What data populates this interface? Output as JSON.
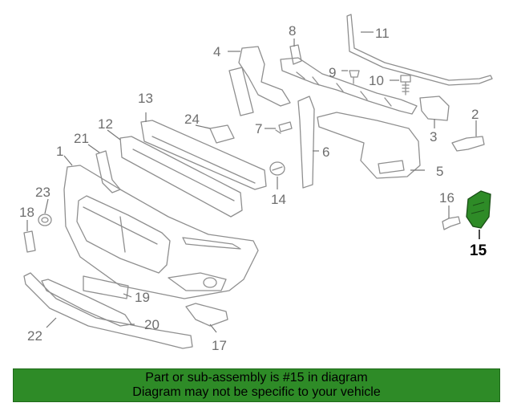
{
  "diagram": {
    "callouts": {
      "c1": "1",
      "c2": "2",
      "c3": "3",
      "c4": "4",
      "c5": "5",
      "c6": "6",
      "c7": "7",
      "c8": "8",
      "c9": "9",
      "c10": "10",
      "c11": "11",
      "c12": "12",
      "c13": "13",
      "c14": "14",
      "c15": "15",
      "c16": "16",
      "c17": "17",
      "c18": "18",
      "c19": "19",
      "c20": "20",
      "c21": "21",
      "c22": "22",
      "c23": "23",
      "c24": "24"
    },
    "highlighted_part": "15",
    "highlight_color": "#2e8b27",
    "line_color": "#8f8f8f"
  },
  "banner": {
    "line1": "Part or sub-assembly is #15 in diagram",
    "line2": "Diagram may not be specific to your vehicle",
    "background": "#2e8b27"
  }
}
